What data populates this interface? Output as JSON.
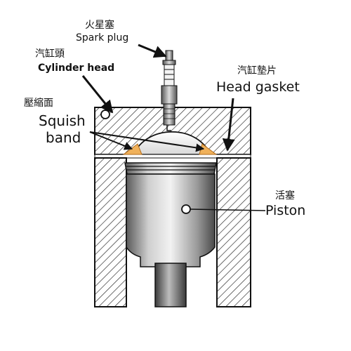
{
  "labels": {
    "spark_plug_zh": "火星塞",
    "spark_plug_en": "Spark plug",
    "cylinder_head_zh": "汽缸頭",
    "cylinder_head_en": "Cylinder head",
    "head_gasket_zh": "汽缸墊片",
    "head_gasket_en": "Head gasket",
    "squish_face_zh": "壓縮面",
    "squish_band_line1": "Squish",
    "squish_band_line2": "band",
    "piston_zh": "活塞",
    "piston_en": "Piston"
  },
  "colors": {
    "outline": "#111111",
    "hatch": "#222222",
    "gasket": "#f0b15a",
    "piston_light": "#e6e6e6",
    "piston_dark": "#6a6a6a"
  }
}
